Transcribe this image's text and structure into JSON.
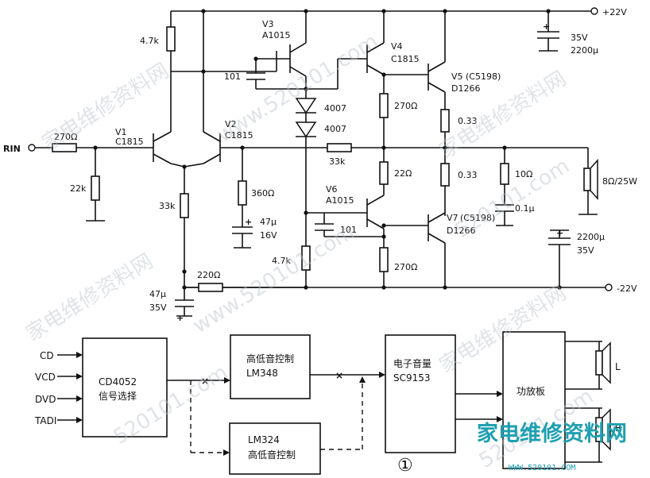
{
  "power": {
    "pos": "+22V",
    "neg": "-22V"
  },
  "input": {
    "label": "RIN"
  },
  "transistors": {
    "v1": {
      "name": "V1",
      "type": "C1815"
    },
    "v2": {
      "name": "V2",
      "type": "C1815"
    },
    "v3": {
      "name": "V3",
      "type": "A1015"
    },
    "v4": {
      "name": "V4",
      "type": "C1815"
    },
    "v5": {
      "name": "V5",
      "alt": "(C5198)",
      "type": "D1266"
    },
    "v6": {
      "name": "V6",
      "type": "A1015"
    },
    "v7": {
      "name": "V7",
      "alt": "(C5198)",
      "type": "D1266"
    }
  },
  "resistors": {
    "r_in": "270Ω",
    "r_22k": "22k",
    "r_4k7_top": "4.7k",
    "r_33k_tail": "33k",
    "r_360": "360Ω",
    "r_fb": "33k",
    "r_4k7_bot": "4.7k",
    "r_220": "220Ω",
    "r_270_top": "270Ω",
    "r_22": "22Ω",
    "r_270_bot": "270Ω",
    "r_e1": "0.33",
    "r_e2": "0.33",
    "r_zobel": "10Ω"
  },
  "capacitors": {
    "c_101_top": "101",
    "c_101_bot": "101",
    "c_47u16_v": "47μ",
    "c_47u16_rating": "16V",
    "c_47u35_v": "47μ",
    "c_47u35_rating": "35V",
    "c_top_rating": "35V",
    "c_top_v": "2200μ",
    "c_bot_v": "2200μ",
    "c_bot_rating": "35V",
    "c_zobel": "0.1μ"
  },
  "diodes": {
    "d1": "4007",
    "d2": "4007"
  },
  "speaker": {
    "label": "8Ω/25W"
  },
  "block_diagram": {
    "inputs": [
      "CD",
      "VCD",
      "DVD",
      "TADI"
    ],
    "selector": {
      "line1": "CD4052",
      "line2": "信号选择"
    },
    "tone1": {
      "line1": "高低音控制",
      "line2": "LM348"
    },
    "tone2": {
      "line1": "LM324",
      "line2": "高低音控制"
    },
    "volume": {
      "line1": "电子音量",
      "line2": "SC9153"
    },
    "amp": {
      "label": "功放板"
    },
    "spk_left": "L",
    "spk_right": "R",
    "figure_number": "①"
  },
  "watermark": {
    "text": "家电维修资料网",
    "url": "www.520101.com",
    "domain": "520101.com",
    "logo_text": "家电维修资料网",
    "logo_url": "WWW.520101.COM"
  }
}
